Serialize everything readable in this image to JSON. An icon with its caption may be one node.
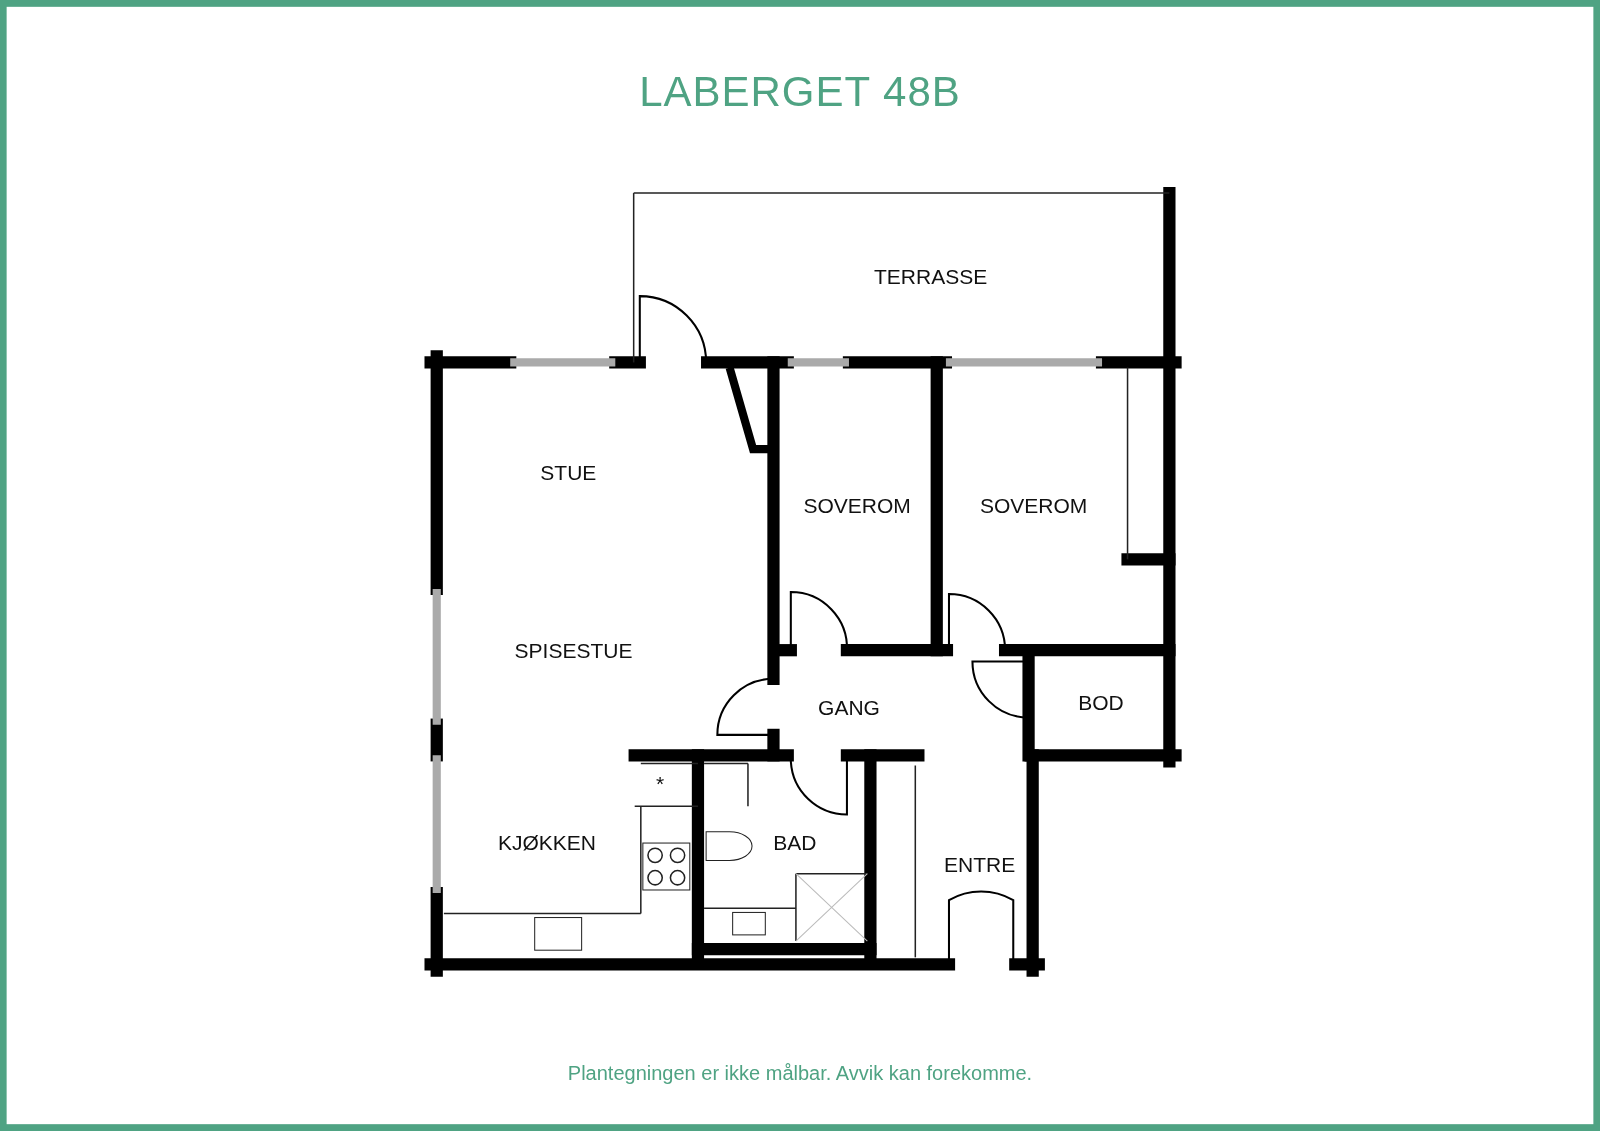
{
  "diagram": {
    "title": "LABERGET 48B",
    "caption": "Plantegningen er ikke målbar. Avvik kan forekomme.",
    "labels": [
      "TERRASSE",
      "STUE",
      "SOVEROM",
      "SOVEROM",
      "SPISESTUE",
      "GANG",
      "BOD",
      "*",
      "KJØKKEN",
      "BAD",
      "ENTRE"
    ]
  }
}
